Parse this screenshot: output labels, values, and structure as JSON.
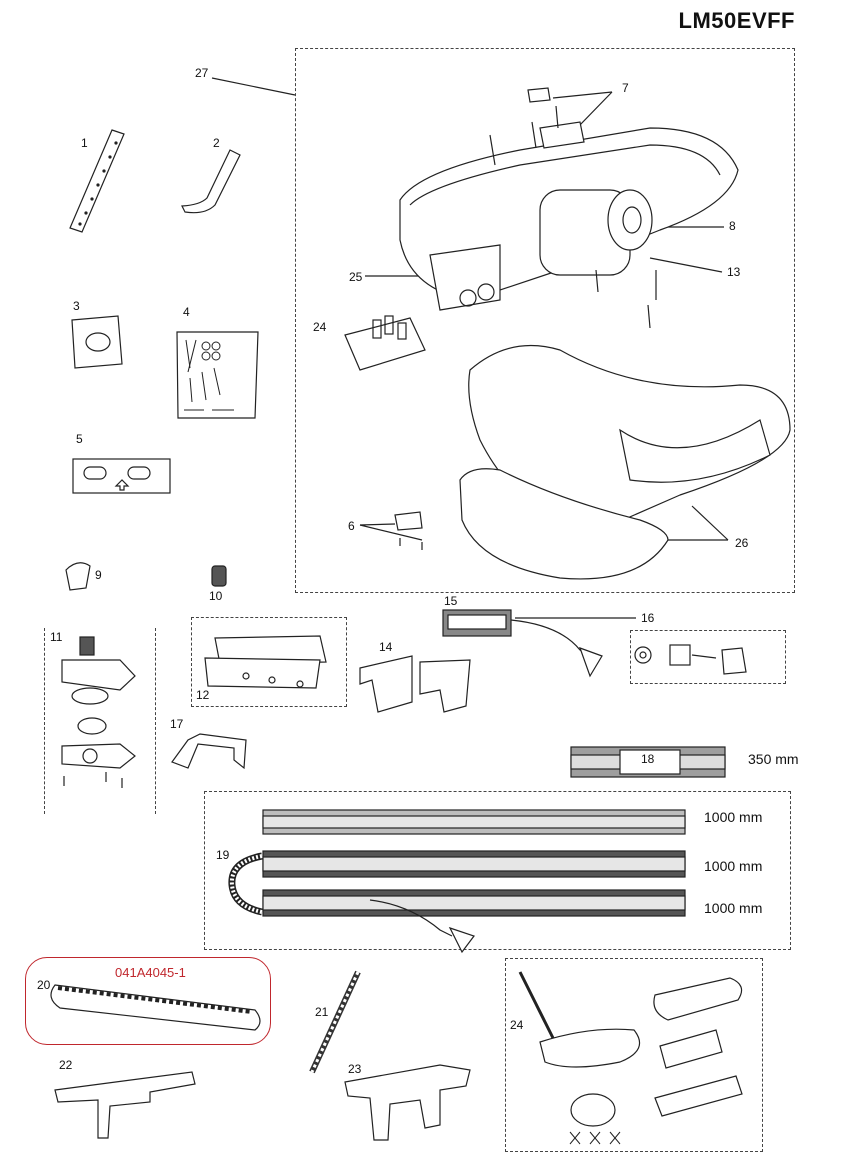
{
  "title": "LM50EVFF",
  "callouts": {
    "p1": "1",
    "p2": "2",
    "p3": "3",
    "p4": "4",
    "p5": "5",
    "p6": "6",
    "p7": "7",
    "p8": "8",
    "p9": "9",
    "p10": "10",
    "p11": "11",
    "p12": "12",
    "p13": "13",
    "p14": "14",
    "p15": "15",
    "p16": "16",
    "p17": "17",
    "p18": "18",
    "p19": "19",
    "p20": "20",
    "p21": "21",
    "p22": "22",
    "p23": "23",
    "p24a": "24",
    "p24b": "24",
    "p25": "25",
    "p26": "26",
    "p27": "27"
  },
  "dimensions": {
    "rail_18": "350 mm",
    "rail_19a": "1000 mm",
    "rail_19b": "1000 mm",
    "rail_19c": "1000 mm"
  },
  "belt_part_number": "041A4045-1",
  "colors": {
    "highlight": "#c0272d",
    "line": "#222222",
    "rail_fill": "#bdbdbd"
  }
}
